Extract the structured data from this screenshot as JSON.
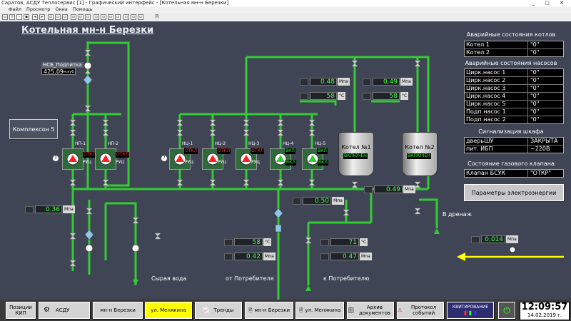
{
  "window": {
    "title": "Саратов, АСДУ Теплосервис [1] - Графический интерфейс - [Котельная мн-н Березки]",
    "controls": "_ □ ✕"
  },
  "menu": [
    "Файл",
    "Просмотр",
    "Окна",
    "Помощь"
  ],
  "toolbar": {
    "r_label": "R"
  },
  "page": {
    "title": "Котельная мн-н Березки",
    "nsb_label": "НСБ_Подпитка",
    "nsb_value": "425.09",
    "nsb_unit": "м.куб.",
    "kompleks_button": "Комплексон 5",
    "pumps_np": [
      {
        "name": "НП-1",
        "state": "ОТКЛ",
        "mode": "РУЦ",
        "running": false
      },
      {
        "name": "НП-2",
        "state": "ОТКЛ",
        "mode": "РУЦ",
        "running": false
      }
    ],
    "pumps_nc": [
      {
        "name": "НЦ-1",
        "state": "ОТКЛ",
        "mode": "РУЦ",
        "running": false
      },
      {
        "name": "НЦ-2",
        "state": "ОТКЛ",
        "mode": "РУЦ",
        "running": false
      },
      {
        "name": "НЦ-3",
        "state": "ОТКЛ",
        "mode": "РУЦ",
        "running": false
      },
      {
        "name": "НЦ-4",
        "state": "ВКЛ",
        "mode": "ВКЛ",
        "running": true
      },
      {
        "name": "НЦ-5",
        "state": "ВКЛ",
        "mode": "ВКЛ",
        "running": true
      }
    ],
    "pump_badge": "?",
    "boilers": [
      {
        "name": "Котел №1",
        "state": "ВКЛЮЧЕН"
      },
      {
        "name": "Котел №2",
        "state": "ВКЛЮЧЕН"
      }
    ],
    "readings": {
      "p_left": {
        "value": "0.36",
        "unit": "Мпа"
      },
      "p_boiler1": {
        "value": "0.48",
        "unit": "Мпа"
      },
      "t_boiler1": {
        "value": "58",
        "unit": "°C"
      },
      "p_boiler2": {
        "value": "0.49",
        "unit": "Мпа"
      },
      "t_boiler2": {
        "value": "58",
        "unit": "°C"
      },
      "p_boiler_out": {
        "value": "0.49",
        "unit": "Мпа"
      },
      "p_mid": {
        "value": "0.50",
        "unit": "Мпа"
      },
      "t_from_consumer": {
        "value": "58",
        "unit": "°C"
      },
      "p_from_consumer": {
        "value": "0.42",
        "unit": "Мпа"
      },
      "t_to_consumer": {
        "value": "71",
        "unit": "°C"
      },
      "p_to_consumer": {
        "value": "0.47",
        "unit": "Мпа"
      },
      "p_gas": {
        "value": "0.014",
        "unit": "Мпа"
      }
    },
    "labels": {
      "raw_water": "Сырая вода",
      "from_consumer": "от Потребителя",
      "to_consumer": "к Потребителю",
      "drain": "В дренаж"
    }
  },
  "alarms": {
    "boilers_title": "Аварийные состояния котлов",
    "boilers": [
      {
        "name": "Котел 1",
        "value": "\"0\""
      },
      {
        "name": "Котел 2",
        "value": "\"0\""
      }
    ],
    "pumps_title": "Аварийные состояния насосов",
    "pumps": [
      {
        "name": "Цирк.насос 1",
        "value": "\"0\""
      },
      {
        "name": "Цирк.насос 2",
        "value": "\"0\""
      },
      {
        "name": "Цирк.насос 3",
        "value": "\"0\""
      },
      {
        "name": "Цирк.насос 4",
        "value": "\"0\""
      },
      {
        "name": "Цирк.насос 5",
        "value": "\"0\""
      },
      {
        "name": "Подп.насос 1",
        "value": "\"0\""
      },
      {
        "name": "Подп.насос 2",
        "value": "\"0\""
      }
    ],
    "cabinet_title": "Сигнализация шкафа",
    "cabinet": [
      {
        "name": "дверьШУ",
        "value": "ЗАКРЫТА"
      },
      {
        "name": "пит. ИБП",
        "value": "~220В"
      }
    ],
    "gas_title": "Состояние газового клапана",
    "gas": [
      {
        "name": "Клапан БСУК",
        "value": "\"ОТКР\""
      }
    ],
    "energy_button": "Параметры электроэнергии"
  },
  "bottom": {
    "pos_kip": "Позиции КИП",
    "asdu": "АСДУ",
    "mn_berezki": "мн-н Березки",
    "ul_menyakina": "ул. Менякина",
    "trendy": "Тренды",
    "mn_berezki2": "мн-н Березки",
    "ul_menyakina2": "ул. Менякина",
    "archive": "Архив документов",
    "protocol": "Протокол событий",
    "kvit": "КВИТИРОВАНИЕ",
    "time": "12:09:57",
    "date": "14.02.2019 г."
  },
  "colors": {
    "pipe": "#33cc33",
    "background": "#3f4555",
    "value_text": "#4cff4c",
    "pump_on": "#33cc33",
    "pump_off": "#ff2020",
    "active_tab": "#ffff00"
  }
}
